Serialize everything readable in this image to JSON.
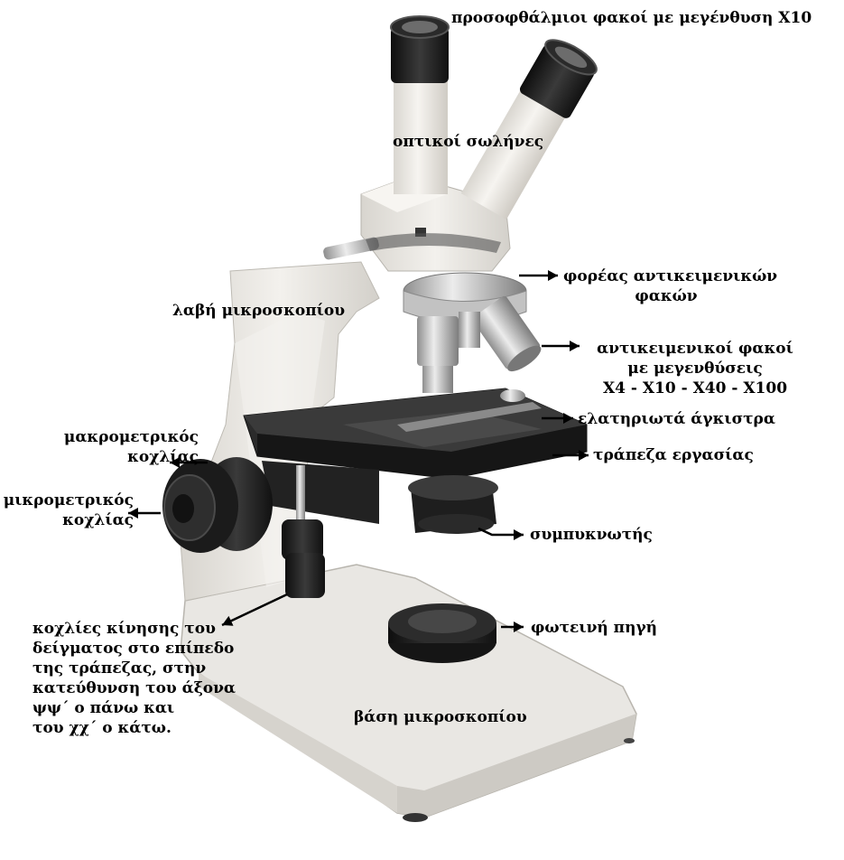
{
  "labels": {
    "eyepieces": "προσοφθάλμιοι φακοί με μεγένθυση Χ10",
    "optical_tubes": "οπτικοί σωλήνες",
    "microscope_handle": "λαβή μικροσκοπίου",
    "nosepiece": [
      "φορέας αντικειμενικών",
      "φακών"
    ],
    "objectives": [
      "αντικειμενικοί φακοί",
      "με μεγενθύσεις",
      "Χ4 - Χ10 - Χ40 - Χ100"
    ],
    "spring_clips": "ελατηριωτά άγκιστρα",
    "stage": "τράπεζα εργασίας",
    "coarse_focus": [
      "μακρομετρικός",
      "κοχλίας"
    ],
    "fine_focus": [
      "μικρομετρικός",
      "κοχλίας"
    ],
    "condenser": "συμπυκνωτής",
    "light_source": "φωτεινή πηγή",
    "stage_controls": [
      "κοχλίες κίνησης του",
      "δείγματος στο επίπεδο",
      "της τράπεζας, στην",
      "κατεύθυνση του άξονα",
      "ψψ΄ ο πάνω και",
      "του χχ΄ ο κάτω."
    ],
    "base": "βάση μικροσκοπίου"
  },
  "colors": {
    "body": "#eceae6",
    "body_shadow": "#cfccc6",
    "black_part": "#1c1c1c",
    "metal": "#c9c9c9",
    "arrow": "#000000"
  }
}
